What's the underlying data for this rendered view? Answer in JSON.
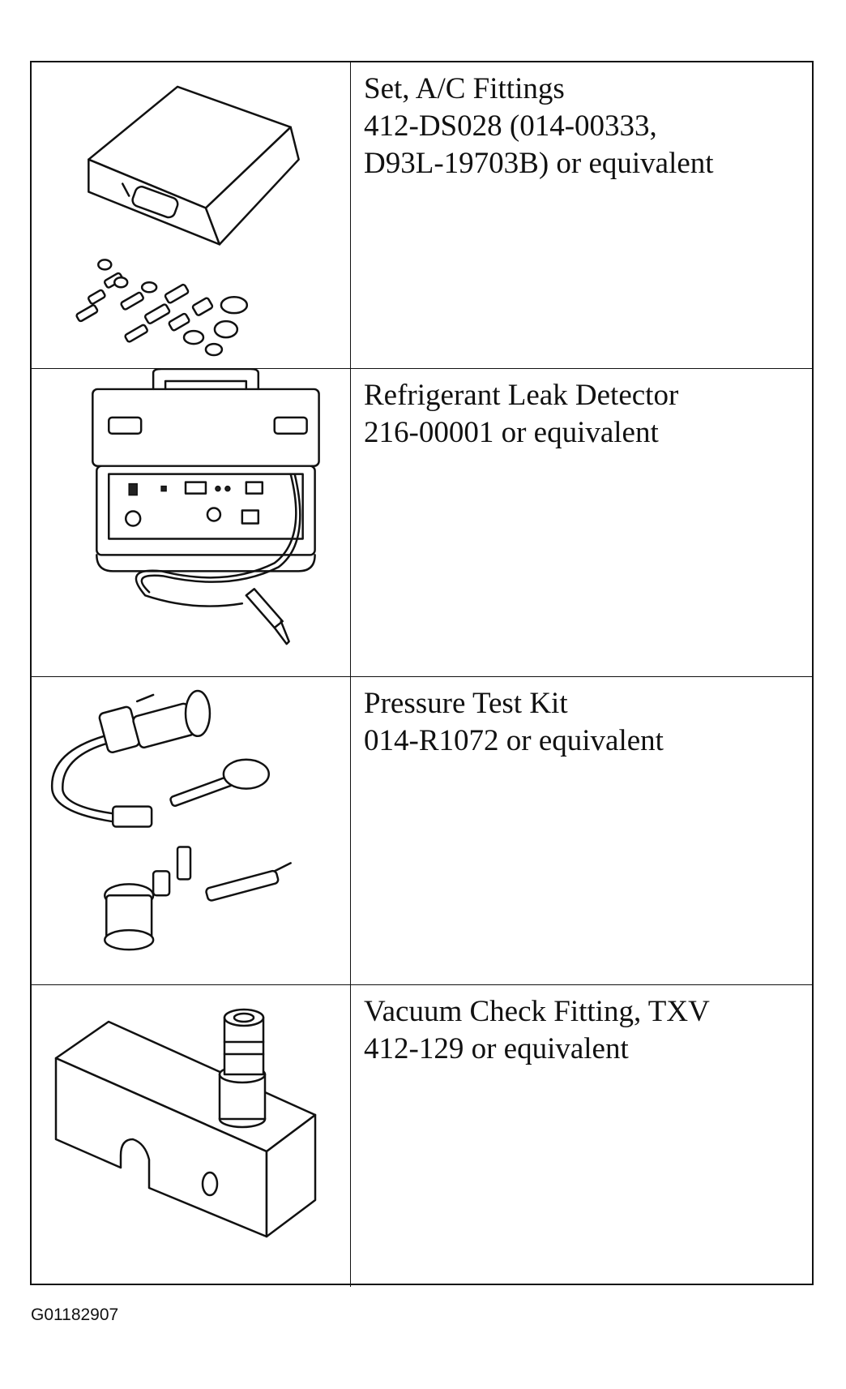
{
  "tools": [
    {
      "illustration": "ac-fittings-case-illustration",
      "lines": [
        "Set, A/C Fittings",
        "412-DS028 (014-00333,",
        "D93L-19703B) or equivalent"
      ]
    },
    {
      "illustration": "leak-detector-illustration",
      "lines": [
        "Refrigerant Leak Detector",
        "216-00001 or equivalent"
      ]
    },
    {
      "illustration": "pressure-test-kit-illustration",
      "lines": [
        "Pressure Test Kit",
        "014-R1072 or equivalent"
      ]
    },
    {
      "illustration": "vacuum-check-fitting-illustration",
      "lines": [
        "Vacuum Check Fitting, TXV",
        "412-129 or equivalent"
      ]
    }
  ],
  "figure_id": "G01182907"
}
